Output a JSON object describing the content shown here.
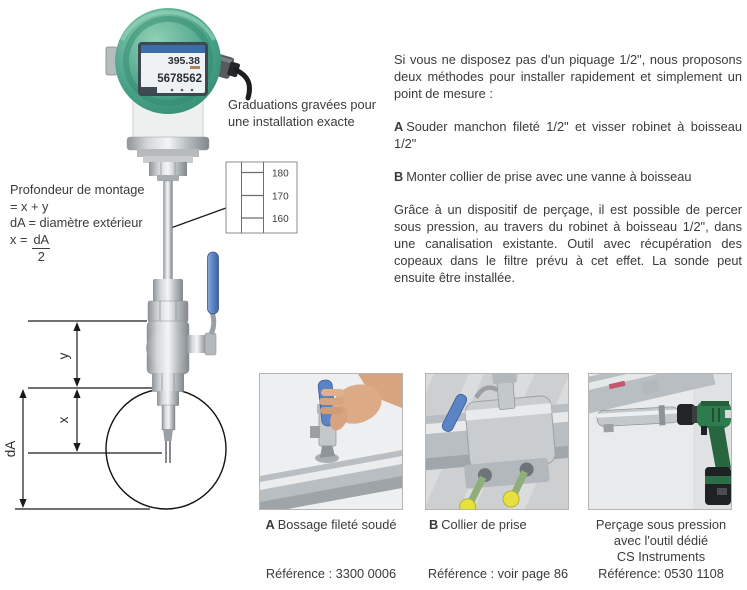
{
  "colors": {
    "head_green": "#4aa189",
    "handle_blue": "#5b84c4",
    "display_bar_blue": "#3a6ea8",
    "drill_green": "#2e7b4e",
    "line_black": "#1a1a1a"
  },
  "device": {
    "display": {
      "line1": "395.38",
      "line2": "5678562"
    }
  },
  "diagram": {
    "formula_lines": [
      "Profondeur de montage",
      "= x + y",
      "dA = diamètre extérieur"
    ],
    "fraction": {
      "lhs": "x =",
      "numerator": "dA",
      "denominator": "2"
    },
    "graduations_note": [
      "Graduations gravées pour",
      "une installation exacte"
    ],
    "scale_marks": [
      "180",
      "170",
      "160"
    ],
    "dim_labels": {
      "y": "y",
      "x": "x",
      "dA": "dA"
    }
  },
  "right_column": {
    "intro": "Si vous ne disposez pas d'un piquage 1/2\", nous proposons deux méthodes pour installer rapidement et simplement un point de mesure :",
    "method_a": {
      "letter": "A",
      "text": "Souder manchon fileté 1/2\" et visser robinet à boisseau 1/2\""
    },
    "method_b": {
      "letter": "B",
      "text": "Monter collier de prise avec une vanne à boisseau"
    },
    "outro": "Grâce à un dispositif de perçage, il est possible de percer sous pression, au travers du robinet à boisseau 1/2\", dans une canalisation existante. Outil avec récupération des copeaux dans le filtre prévu à cet effet. La sonde peut ensuite être installée."
  },
  "photos": [
    {
      "caption_letter": "A",
      "caption_text": "Bossage fileté soudé",
      "reference": "Référence : 3300 0006"
    },
    {
      "caption_letter": "B",
      "caption_text": "Collier de prise",
      "reference": "Référence : voir page 86"
    },
    {
      "caption_lines": [
        "Perçage sous pression",
        "avec l'outil dédié",
        "CS Instruments"
      ],
      "reference": "Référence: 0530 1108"
    }
  ]
}
